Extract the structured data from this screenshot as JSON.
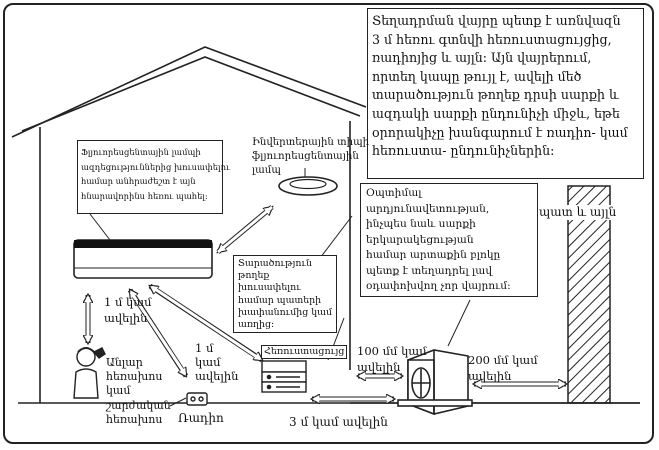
{
  "notes": {
    "top_right": "Տեղադրման վայրը պետք է առնվազն\n3 մ հեռու գտնվի հեռուստացույցից,\nռադիոյից և այլն: Այն վայրերում,\nորտեղ կապը թույլ է, ավելի մեծ\nտարածություն թողեք դրսի սարքի և\nազդակի սարքի ընդունիչի միջև, եթե\nօրորակիչը խանգարում է ռադիո- կամ\nհեռուստա- ընդունիչներին:",
    "fluorescent": "Ֆլյուորեսցենտային լամպի\nազդեցություններից խուսափելու\nհամար անհրաժեշտ է այն\nհնարավորինս հեռու պահել:",
    "inverter_lamp": "Ինվերտերային տիպի\nֆլյուորեսցենտային\nլամպ",
    "spacing_walls": "Տարածություն\nթողեք\nխուսափելու\nհամար պատերի\nխափանումից կամ\nառղից:",
    "outdoor_unit": "Օպտիմալ\nարդյունավետության,\nինչպես նաև սարքի\nերկարակեցության\nհամար արտաքին բլոկը\nպետք է տեղադրել լավ\nօդափոխվող չոր վայրում:",
    "wall": "պատ և այլն"
  },
  "labels": {
    "one_m_left": "1 մ կամ\nավելին",
    "one_m_radio": "1 մ\nկամ\nավելին",
    "hundred_mm": "100 մմ կամ\nավելին",
    "two_hundred_mm": "200 մմ կամ\nավելին",
    "three_m": "3 մ կամ ավելին",
    "phone": "Անլար\nհեռախոս\nկամ\nշարժական\nհեռախոս",
    "radio": "Ռադիո",
    "tv": "Հեռուստացույց"
  }
}
